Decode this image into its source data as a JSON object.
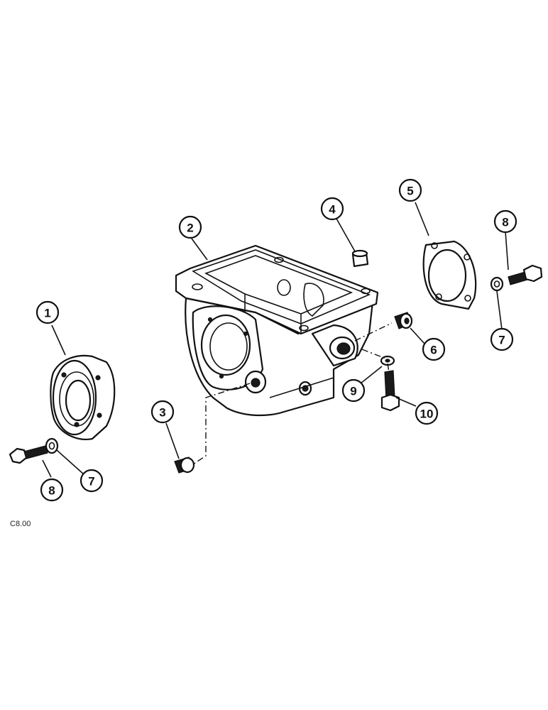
{
  "callouts": [
    {
      "id": "c1",
      "label": "1"
    },
    {
      "id": "c2",
      "label": "2"
    },
    {
      "id": "c3",
      "label": "3"
    },
    {
      "id": "c4",
      "label": "4"
    },
    {
      "id": "c5",
      "label": "5"
    },
    {
      "id": "c6",
      "label": "6"
    },
    {
      "id": "c7a",
      "label": "7"
    },
    {
      "id": "c7b",
      "label": "7"
    },
    {
      "id": "c8a",
      "label": "8"
    },
    {
      "id": "c8b",
      "label": "8"
    },
    {
      "id": "c9",
      "label": "9"
    },
    {
      "id": "c10",
      "label": "10"
    }
  ],
  "reference_code": "C8.00"
}
